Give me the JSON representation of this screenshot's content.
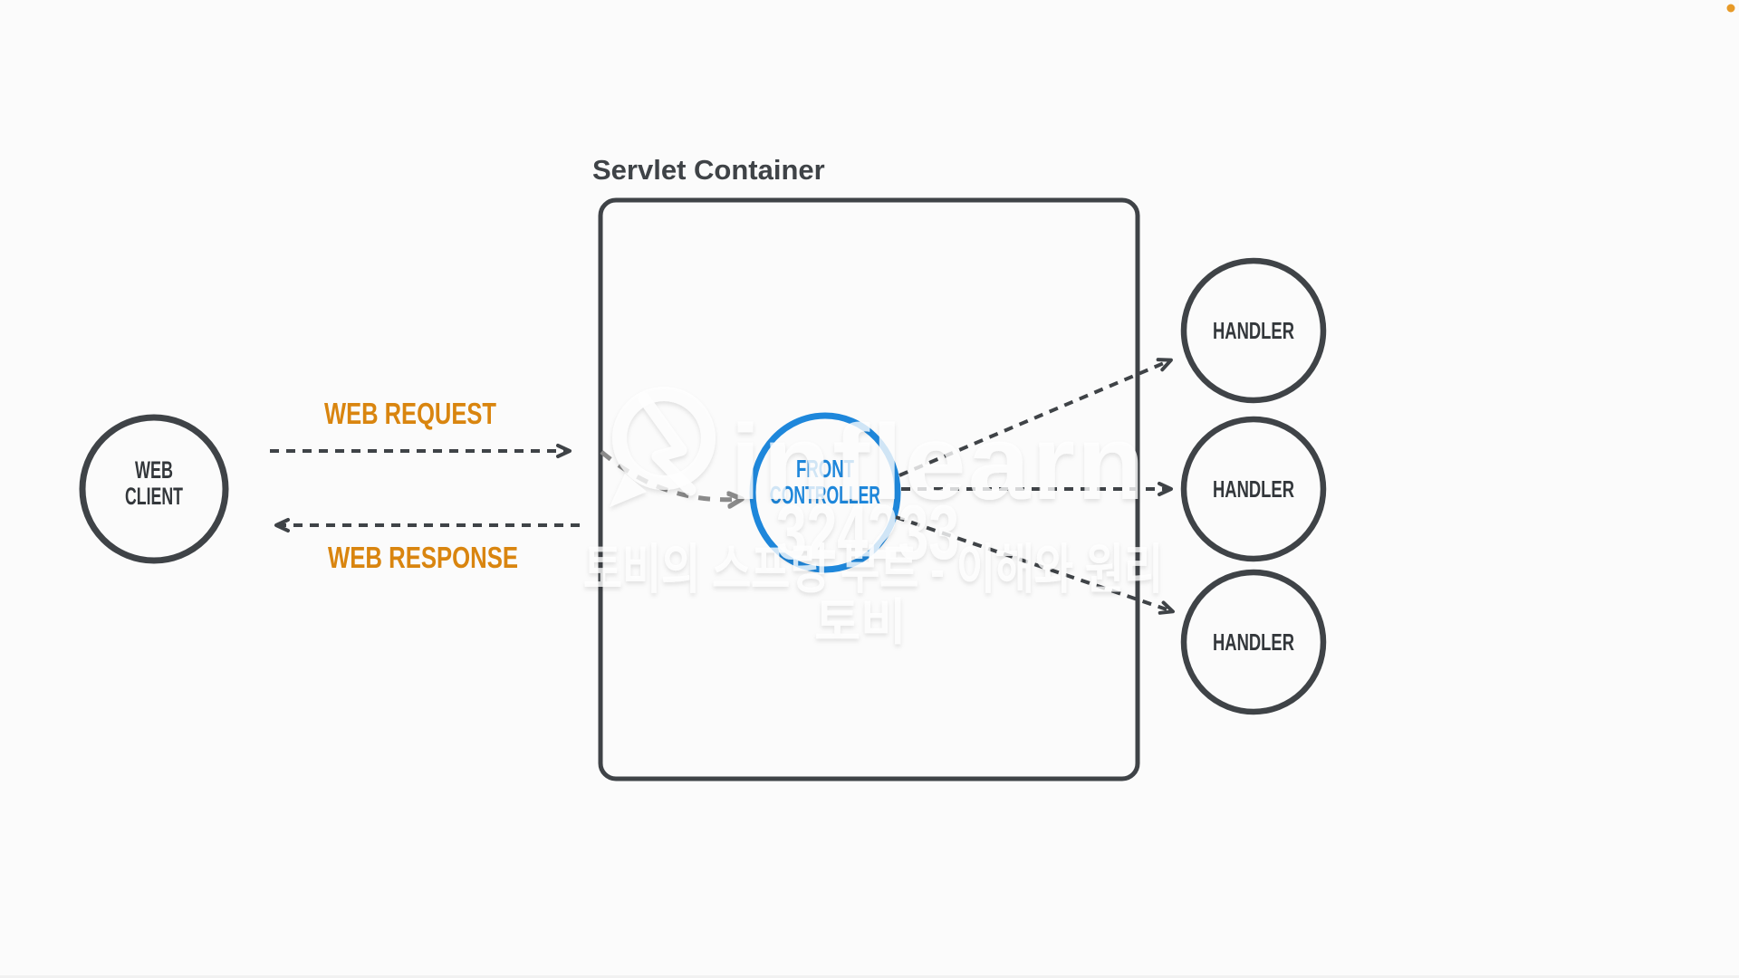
{
  "page": {
    "background_color": "#FBFBFB"
  },
  "diagram": {
    "title": "Servlet Container",
    "web_client": {
      "line1": "WEB",
      "line2": "CLIENT"
    },
    "front_controller": {
      "line1": "FRONT",
      "line2": "CONTROLLER"
    },
    "handlers": [
      {
        "label": "HANDLER"
      },
      {
        "label": "HANDLER"
      },
      {
        "label": "HANDLER"
      }
    ],
    "arrows": {
      "request_label": "WEB REQUEST",
      "response_label": "WEB RESPONSE"
    }
  },
  "watermark": {
    "brand": "inflearn",
    "number": "324233",
    "text_line1": "토비의 스프링 부트 - 이해와 원리",
    "text_line2": "토비"
  },
  "colors": {
    "ink": "#3F4347",
    "text_dark": "#33373B",
    "blue": "#1E87DB",
    "orange": "#D9850F",
    "gray_arrow": "#8A8A8A",
    "dot_orange": "#E79A28",
    "watermark": "#FFFFFF",
    "background": "#FBFBFB"
  }
}
